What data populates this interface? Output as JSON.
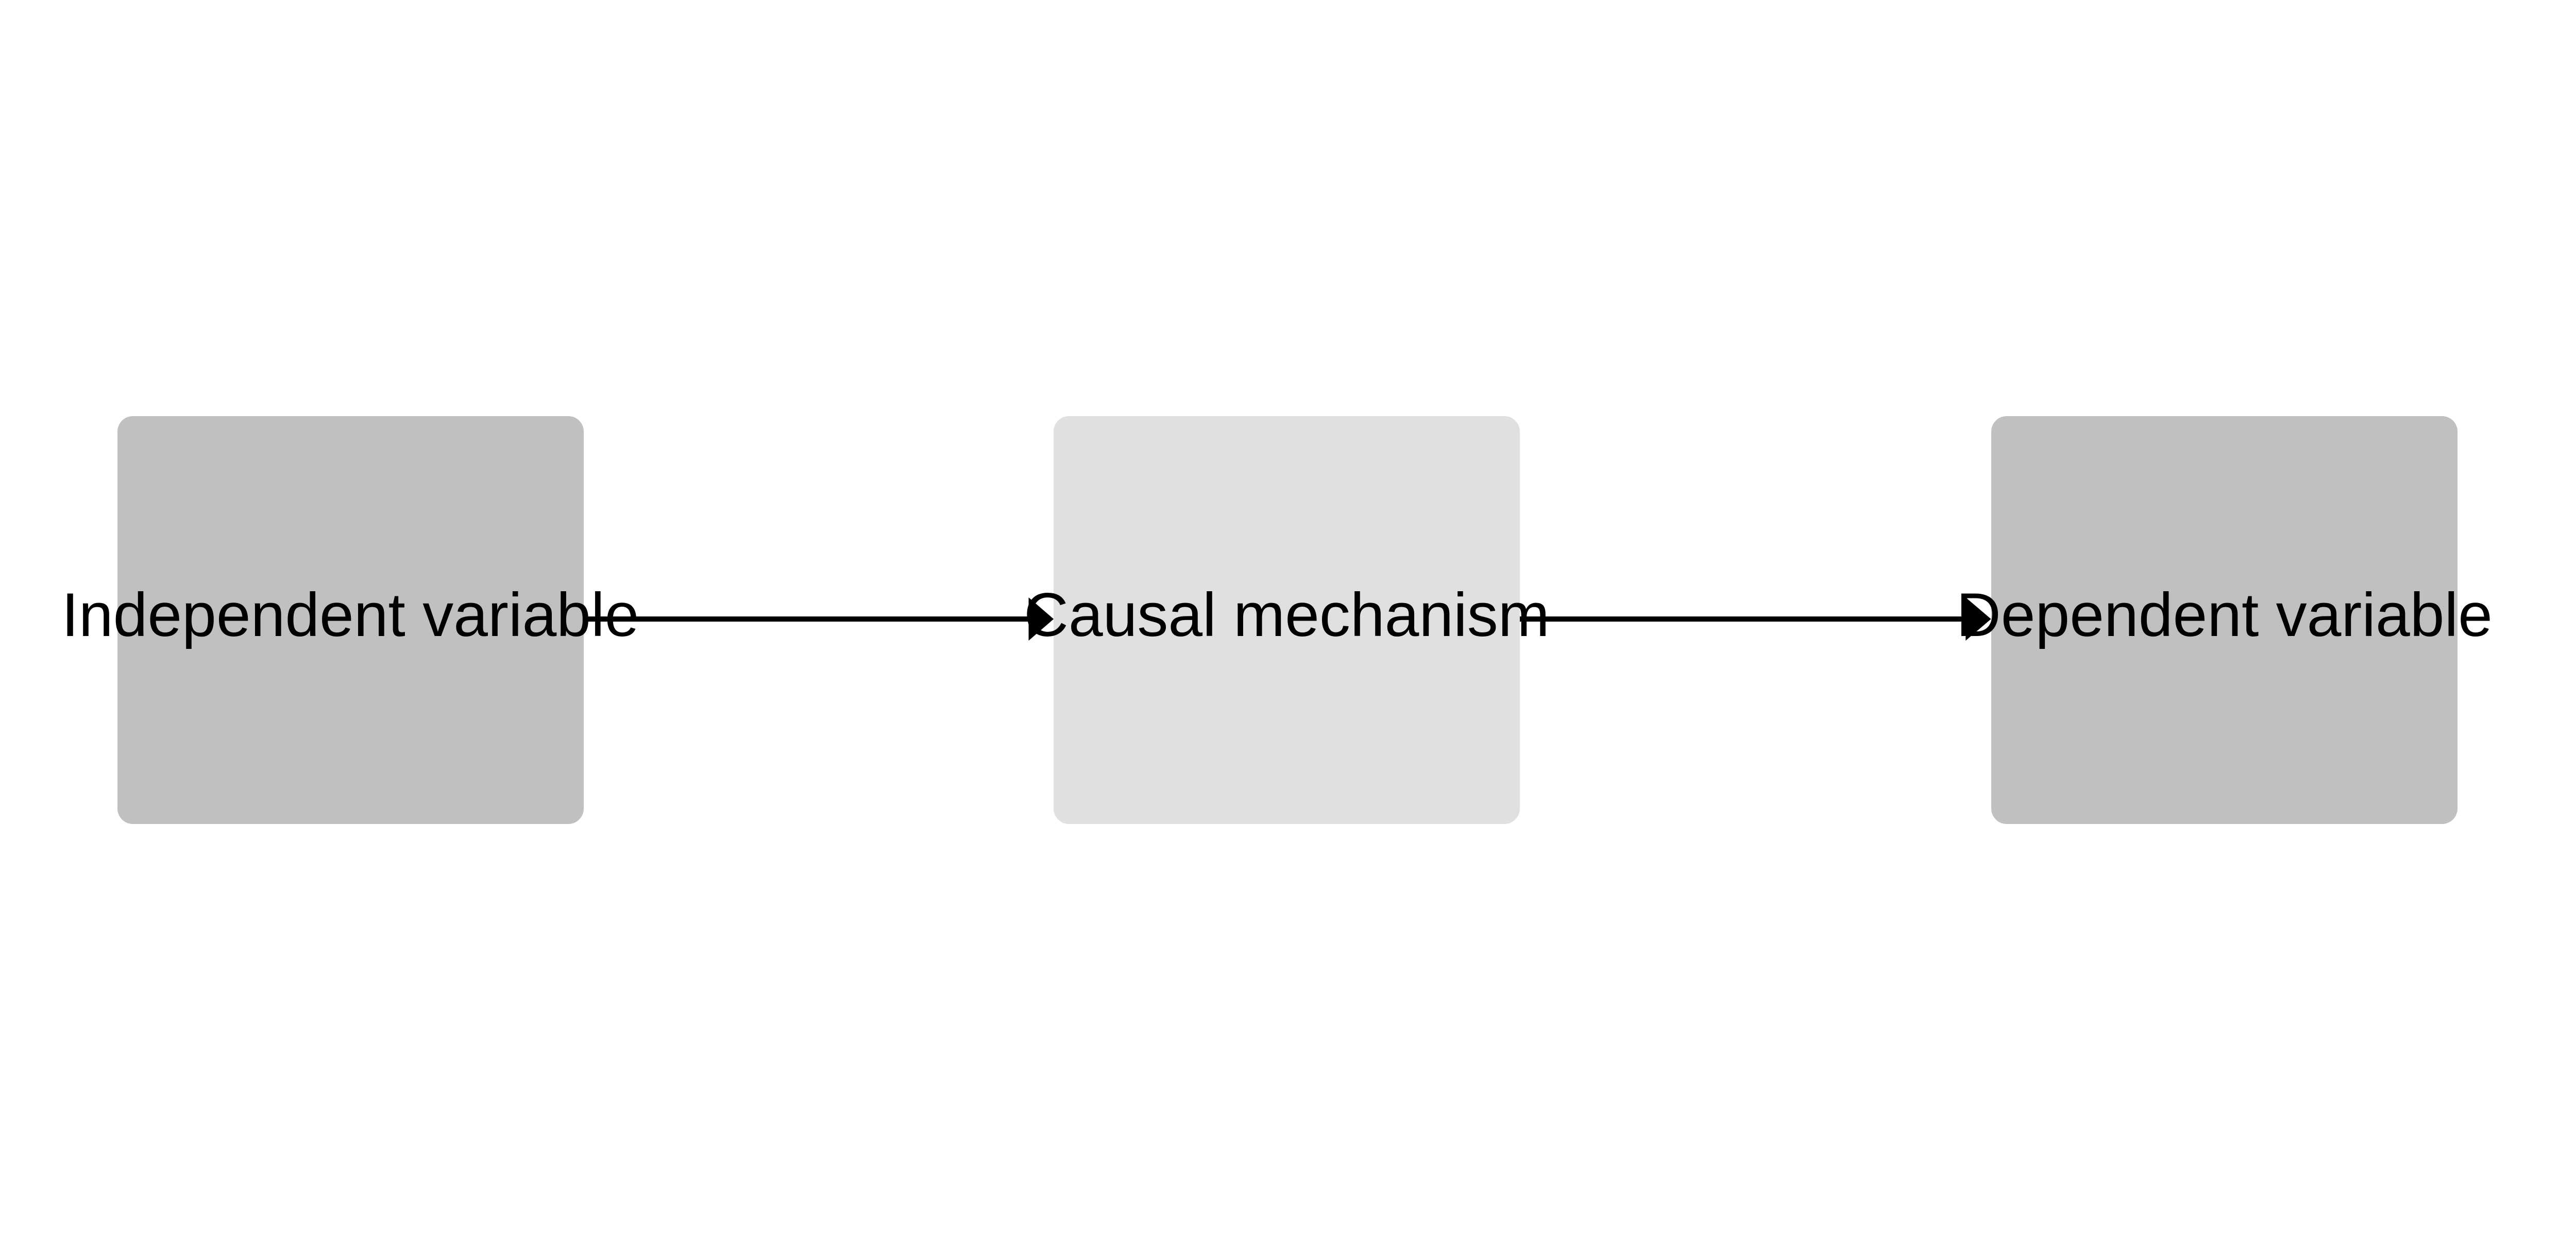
{
  "nodes": [
    {
      "label": "Independent variable",
      "color": "#c0c0c0"
    },
    {
      "label": "Causal mechanism",
      "color": "#e0e0e0"
    },
    {
      "label": "Dependent variable",
      "color": "#c0c0c0"
    }
  ],
  "edges": [
    {
      "from": "Independent variable",
      "to": "Causal mechanism"
    },
    {
      "from": "Causal mechanism",
      "to": "Dependent variable"
    }
  ],
  "arrow_color": "#000000"
}
